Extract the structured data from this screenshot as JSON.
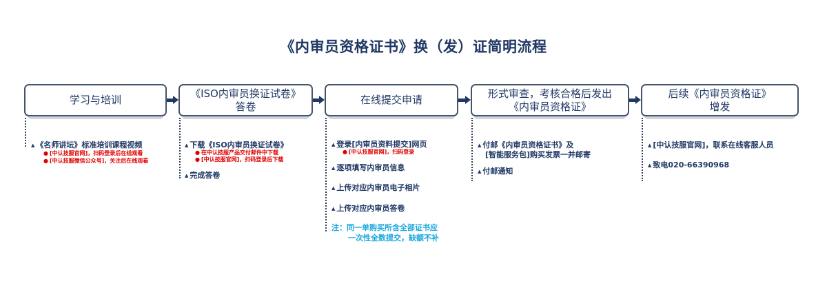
{
  "title": "《内审员资格证书》换（发）证简明流程",
  "steps": [
    {
      "label": "学习与培训"
    },
    {
      "label": "《ISO内审员换证试卷》\n答卷"
    },
    {
      "label": "在线提交申请"
    },
    {
      "label": "形式审查，考核合格后发出\n《内审员资格证》"
    },
    {
      "label": "后续《内审员资格证》\n增发"
    }
  ],
  "col1": {
    "item1": "《名师讲坛》标准培训课程视频",
    "item1_sub1": "[中认技服官网]，扫码登录后在线观看",
    "item1_sub2": "[中认技服微信公众号]，关注后在线观看"
  },
  "col2": {
    "item1": "下载《ISO内审员换证试卷》",
    "item1_sub1": "在中认技服产品交付邮件中下载",
    "item1_sub2": "[中认技服官网]，扫码登录后下载",
    "item2": "完成答卷"
  },
  "col3": {
    "item1": "登录[内审员资料提交]网页",
    "item1_sub1": "[中认技服官网]，扫码登录",
    "item2": "逐项填写内审员信息",
    "item3": "上传对应内审员电子相片",
    "item4": "上传对应内审员答卷",
    "note_line1": "注：同一单购买所含全部证书应",
    "note_line2": "一次性全数提交，缺额不补"
  },
  "col4": {
    "item1_line1": "付邮《内审员资格证书》及",
    "item1_line2": "[智能服务包]购买发票一并邮寄",
    "item2": "付邮通知"
  },
  "col5": {
    "item1": "[中认技服官网]，联系在线客服人员",
    "item2": "致电020-66390968"
  },
  "colors": {
    "primary": "#1f3864",
    "border": "#44546a",
    "sub_red": "#e00000",
    "note_blue": "#1aa7dc"
  },
  "icons": {
    "bullet": "▲",
    "sub_bullet": "●"
  }
}
